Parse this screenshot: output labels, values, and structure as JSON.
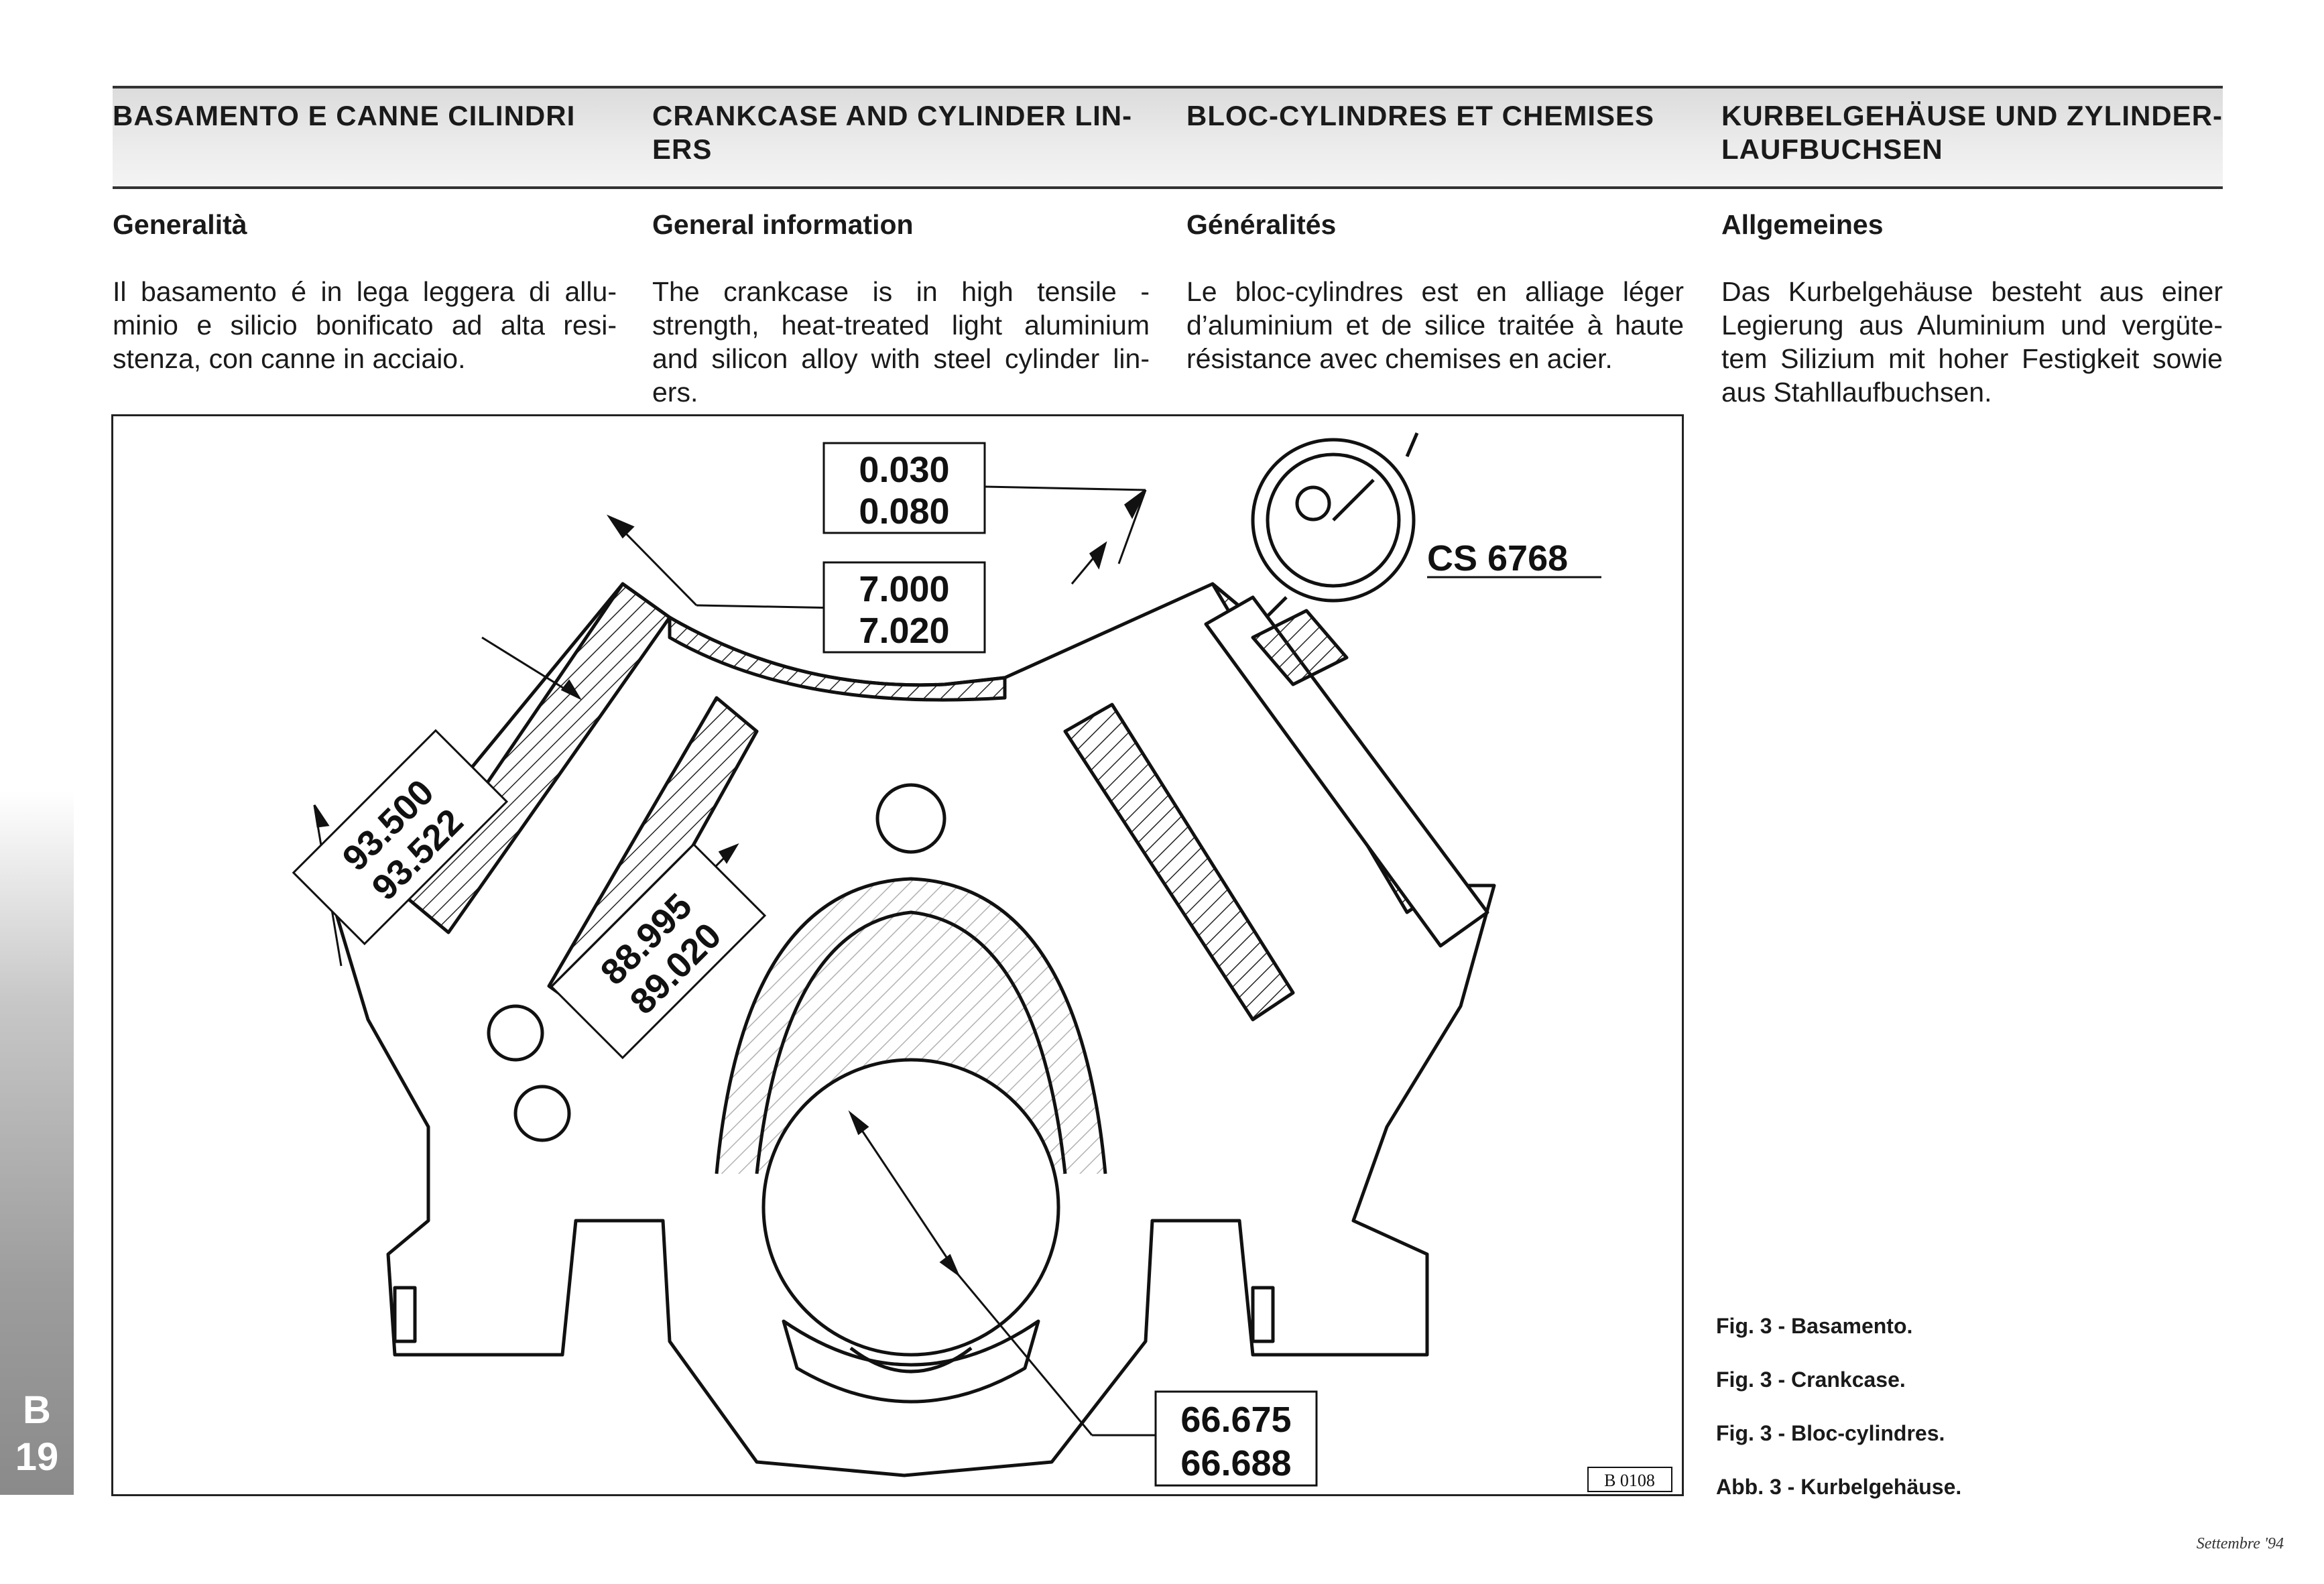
{
  "headers": [
    "BASAMENTO E CANNE CILINDRI",
    "CRANKCASE AND CYLINDER LIN-\nERS",
    "BLOC-CYLINDRES ET CHEMISES",
    "KURBELGEHÄUSE UND ZYLINDER-\nLAUFBUCHSEN"
  ],
  "subheads": [
    "Generalità",
    "General information",
    "Généralités",
    "Allgemeines"
  ],
  "paragraphs": [
    "Il basamento é in lega leggera di allu-minio e silicio bonificato ad alta resi-stenza, con canne in acciaio.",
    "The crankcase is in high tensile - strength, heat-treated light aluminium and silicon alloy with steel cylinder lin-ers.",
    "Le bloc-cylindres est en alliage léger d’aluminium et de silice traitée à haute résistance avec chemises en acier.",
    "Das Kurbelgehäuse besteht aus einer Legierung aus Aluminium und vergüte-tem Silizium mit hoher Festigkeit sowie aus Stahllaufbuchsen."
  ],
  "figure": {
    "dim_clearance": [
      "0.030",
      "0.080"
    ],
    "dim_thickness": [
      "7.000",
      "7.020"
    ],
    "dim_bore_outer": [
      "93.500",
      "93.522"
    ],
    "dim_bore_inner": [
      "88.995",
      "89.020"
    ],
    "dim_crank": [
      "66.675",
      "66.688"
    ],
    "tool": "CS 6768",
    "ref": "B 0108"
  },
  "captions": [
    "Fig. 3 - Basamento.",
    "Fig. 3 - Crankcase.",
    "Fig. 3 - Bloc-cylindres.",
    "Abb. 3 - Kurbelgehäuse."
  ],
  "tab": {
    "letter": "B",
    "number": "19"
  },
  "footer": "Settembre '94"
}
